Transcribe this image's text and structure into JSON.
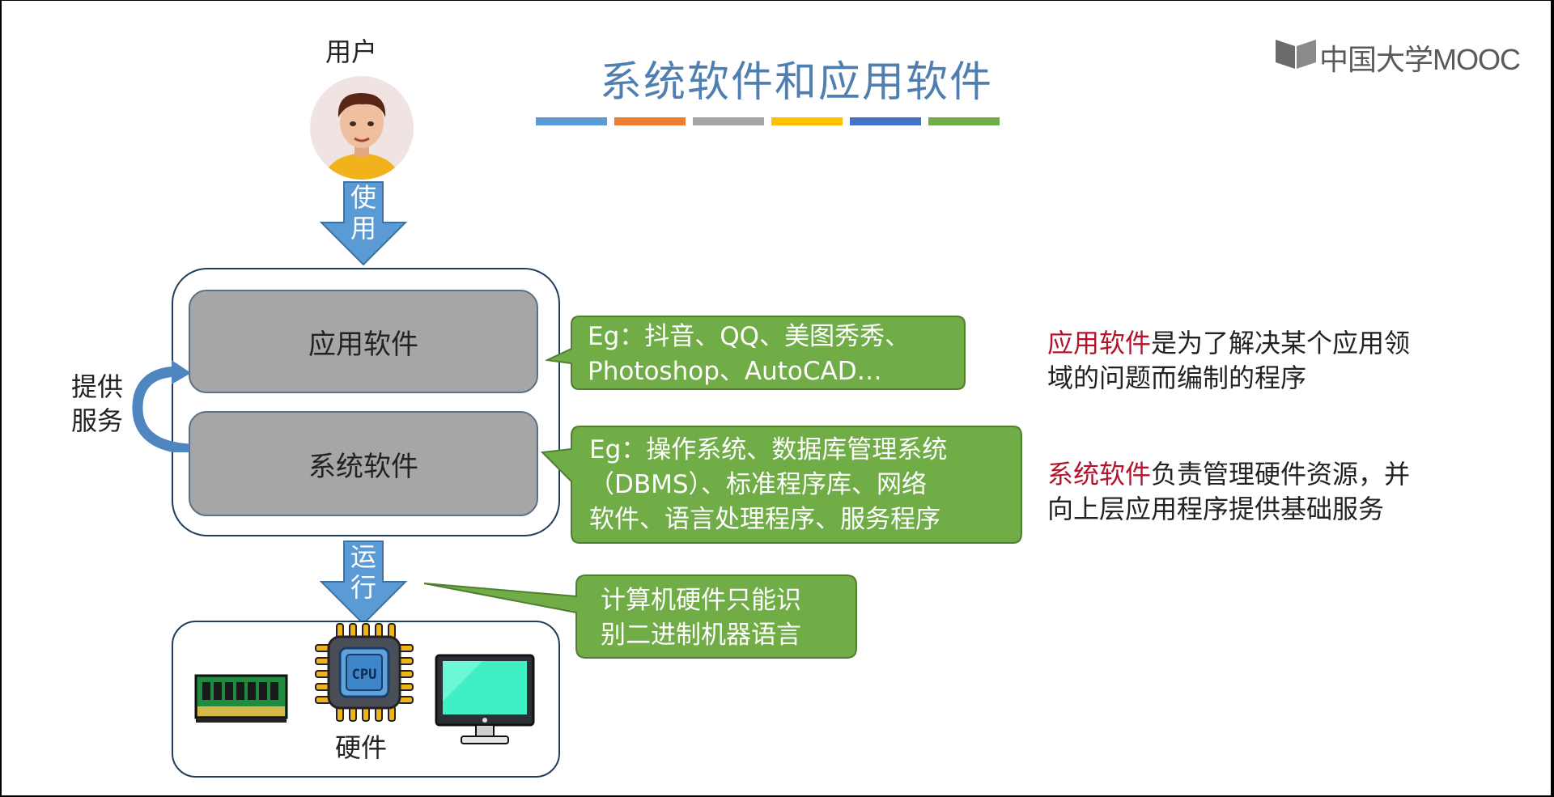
{
  "slide": {
    "title": "系统软件和应用软件",
    "stripe_colors": [
      "#5b9bd5",
      "#ed7d31",
      "#a5a5a5",
      "#ffc000",
      "#4472c4",
      "#70ad47"
    ]
  },
  "logo": {
    "text": "中国大学MOOC"
  },
  "diagram": {
    "user_label": "用户",
    "use_arrow_text": [
      "使",
      "用"
    ],
    "app_layer_label": "应用软件",
    "sys_layer_label": "系统软件",
    "provide_service_text": [
      "提供",
      "服务"
    ],
    "run_arrow_text": [
      "运",
      "行"
    ],
    "hardware_label": "硬件",
    "cpu_chip_text": "CPU"
  },
  "callouts": {
    "app_examples": [
      "Eg：抖音、QQ、美图秀秀、",
      "Photoshop、AutoCAD…"
    ],
    "sys_examples": [
      "Eg：操作系统、数据库管理系统",
      "（DBMS）、标准程序库、网络",
      "软件、语言处理程序、服务程序"
    ],
    "hardware_note": [
      "计算机硬件只能识",
      "别二进制机器语言"
    ]
  },
  "descriptions": {
    "app": {
      "highlight": "应用软件",
      "rest_line1": "是为了解决某个应用领",
      "line2": "域的问题而编制的程序"
    },
    "sys": {
      "highlight": "系统软件",
      "rest_line1": "负责管理硬件资源，并",
      "line2": "向上层应用程序提供基础服务"
    }
  },
  "colors": {
    "title": "#4f7fb0",
    "arrow_blue": "#5b9bd5",
    "callout_green": "#70ad47",
    "highlight_red": "#b4142b",
    "layer_gray": "#a6a6a6"
  }
}
